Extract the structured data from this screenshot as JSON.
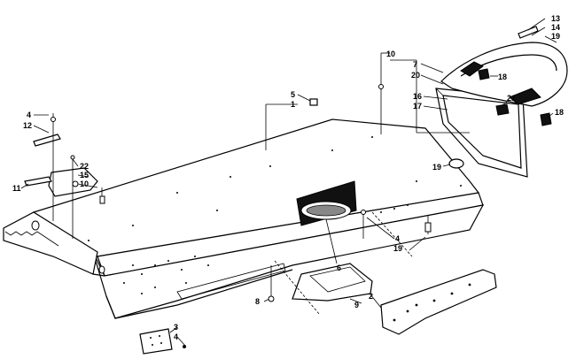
{
  "callouts": [
    {
      "id": "c13",
      "text": "13"
    },
    {
      "id": "c14",
      "text": "14"
    },
    {
      "id": "c19a",
      "text": "19"
    },
    {
      "id": "c10a",
      "text": "10"
    },
    {
      "id": "c7",
      "text": "7"
    },
    {
      "id": "c20",
      "text": "20"
    },
    {
      "id": "c18a",
      "text": "18"
    },
    {
      "id": "c5",
      "text": "5"
    },
    {
      "id": "c1",
      "text": "1"
    },
    {
      "id": "c16",
      "text": "16"
    },
    {
      "id": "c17",
      "text": "17"
    },
    {
      "id": "c21",
      "text": "21"
    },
    {
      "id": "c18b",
      "text": "18"
    },
    {
      "id": "c4a",
      "text": "4"
    },
    {
      "id": "c12",
      "text": "12"
    },
    {
      "id": "c22",
      "text": "22"
    },
    {
      "id": "c15",
      "text": "15"
    },
    {
      "id": "c10b",
      "text": "10"
    },
    {
      "id": "c11",
      "text": "11"
    },
    {
      "id": "c19b",
      "text": "19"
    },
    {
      "id": "c4b",
      "text": "4"
    },
    {
      "id": "c19c",
      "text": "19"
    },
    {
      "id": "c6",
      "text": "6"
    },
    {
      "id": "c2",
      "text": "2"
    },
    {
      "id": "c9",
      "text": "9"
    },
    {
      "id": "c8",
      "text": "8"
    },
    {
      "id": "c3",
      "text": "3"
    },
    {
      "id": "c4c",
      "text": "4"
    }
  ]
}
